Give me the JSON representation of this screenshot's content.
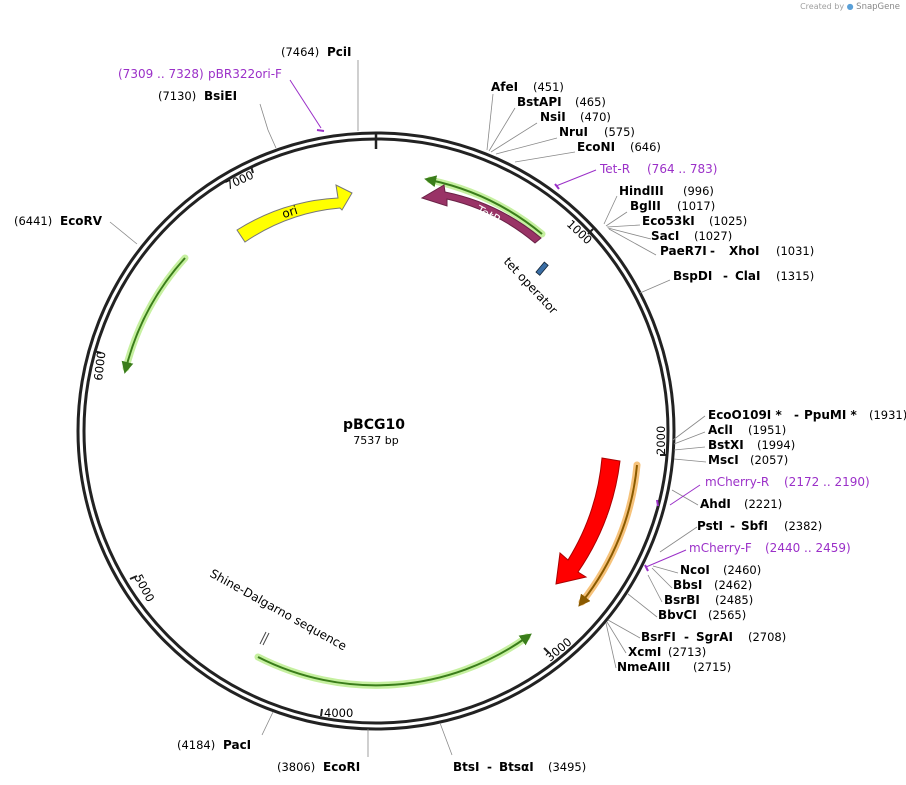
{
  "watermark": {
    "prefix": "Created by",
    "brand": "SnapGene"
  },
  "plasmid": {
    "name": "pBCG10",
    "length_label": "7537 bp"
  },
  "ticks": [
    "1000",
    "2000",
    "3000",
    "4000",
    "5000",
    "6000",
    "7000"
  ],
  "sites": [
    {
      "name": "PciI",
      "pos": "(7464)"
    },
    {
      "name": "BsiEI",
      "pos": "(7130)"
    },
    {
      "name": "EcoRV",
      "pos": "(6441)"
    },
    {
      "name": "AfeI",
      "pos": "(451)"
    },
    {
      "name": "BstAPI",
      "pos": "(465)"
    },
    {
      "name": "NsiI",
      "pos": "(470)"
    },
    {
      "name": "NruI",
      "pos": "(575)"
    },
    {
      "name": "EcoNI",
      "pos": "(646)"
    },
    {
      "name": "HindIII",
      "pos": "(996)"
    },
    {
      "name": "BglII",
      "pos": "(1017)"
    },
    {
      "name": "Eco53kI",
      "pos": "(1025)"
    },
    {
      "name": "SacI",
      "pos": "(1027)"
    },
    {
      "name": "PaeR7I",
      "name2": "XhoI",
      "pos": "(1031)"
    },
    {
      "name": "BspDI",
      "name2": "ClaI",
      "pos": "(1315)"
    },
    {
      "name": "EcoO109I *",
      "name2": "PpuMI *",
      "pos": "(1931)"
    },
    {
      "name": "AclI",
      "pos": "(1951)"
    },
    {
      "name": "BstXI",
      "pos": "(1994)"
    },
    {
      "name": "MscI",
      "pos": "(2057)"
    },
    {
      "name": "AhdI",
      "pos": "(2221)"
    },
    {
      "name": "PstI",
      "name2": "SbfI",
      "pos": "(2382)"
    },
    {
      "name": "NcoI",
      "pos": "(2460)"
    },
    {
      "name": "BbsI",
      "pos": "(2462)"
    },
    {
      "name": "BsrBI",
      "pos": "(2485)"
    },
    {
      "name": "BbvCI",
      "pos": "(2565)"
    },
    {
      "name": "BsrFI",
      "name2": "SgrAI",
      "pos": "(2708)"
    },
    {
      "name": "XcmI",
      "pos": "(2713)"
    },
    {
      "name": "NmeAIII",
      "pos": "(2715)"
    },
    {
      "name": "BtsI",
      "name2": "BtsαI",
      "pos": "(3495)"
    },
    {
      "name": "EcoRI",
      "pos": "(3806)"
    },
    {
      "name": "PacI",
      "pos": "(4184)"
    }
  ],
  "primers": [
    {
      "name": "pBR322ori-F",
      "range": "(7309 .. 7328)"
    },
    {
      "name": "Tet-R",
      "range": "(764 .. 783)"
    },
    {
      "name": "mCherry-R",
      "range": "(2172 .. 2190)"
    },
    {
      "name": "mCherry-F",
      "range": "(2440 .. 2459)"
    }
  ],
  "features": {
    "ori": "ori",
    "tetr": "TetR",
    "mcherry": "mCherry",
    "tet_operator": "tet operator",
    "shine_dalgarno": "Shine-Dalgarno sequence"
  },
  "colors": {
    "ori": "#ffff00",
    "tetr": "#993366",
    "mcherry": "#ff0000",
    "primer": "#9b30c8",
    "orf_green": "#3a7d1a",
    "orf_halo": "#c6f0a0",
    "orf_halo_orange": "#f6c27a"
  }
}
